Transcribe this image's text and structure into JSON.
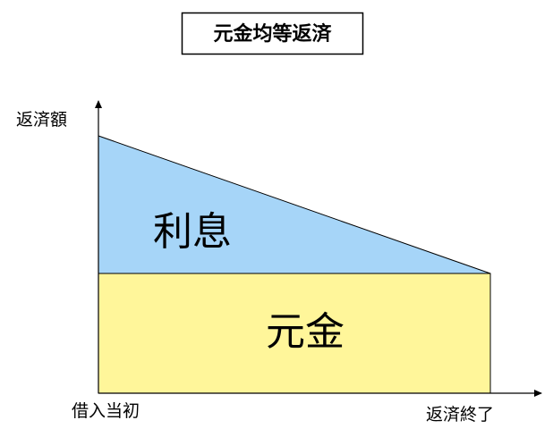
{
  "title": "元金均等返済",
  "axis": {
    "y_label": "返済額",
    "x_start_label": "借入当初",
    "x_end_label": "返済終了"
  },
  "regions": {
    "interest": {
      "label": "利息",
      "color": "#a6d5f8"
    },
    "principal": {
      "label": "元金",
      "color": "#fff69a"
    }
  }
}
